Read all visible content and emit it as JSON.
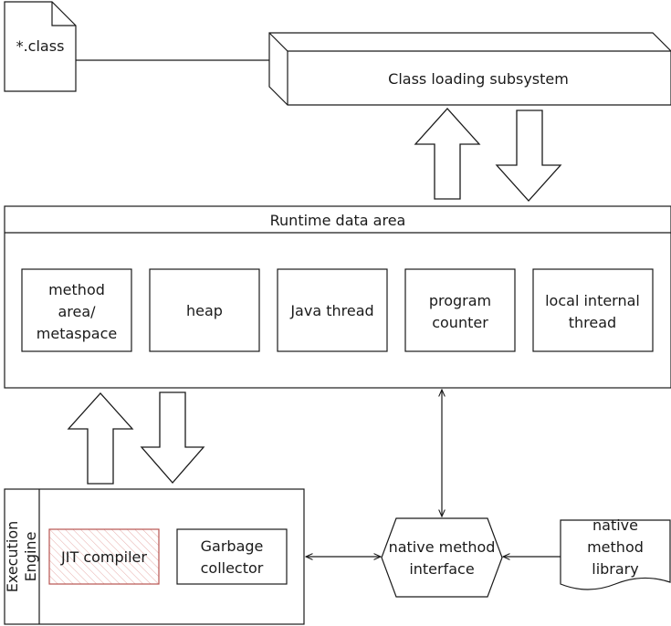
{
  "class_file": {
    "label": "*.class"
  },
  "class_loading": {
    "label": "Class loading subsystem"
  },
  "runtime_area": {
    "title": "Runtime data area",
    "items": [
      {
        "lines": [
          "method",
          "area/",
          "metaspace"
        ]
      },
      {
        "lines": [
          "heap"
        ]
      },
      {
        "lines": [
          "Java thread"
        ]
      },
      {
        "lines": [
          "program",
          "counter"
        ]
      },
      {
        "lines": [
          "local internal",
          "thread"
        ]
      }
    ]
  },
  "execution_engine": {
    "label_lines": [
      "Execution",
      "Engine"
    ],
    "jit": "JIT compiler",
    "gc_lines": [
      "Garbage",
      "collector"
    ]
  },
  "native_interface": {
    "lines": [
      "native method",
      "interface"
    ]
  },
  "native_library": {
    "lines": [
      "native",
      "method",
      "library"
    ]
  },
  "colors": {
    "jit_border": "#b85450",
    "jit_fill": "#f8cecc"
  }
}
